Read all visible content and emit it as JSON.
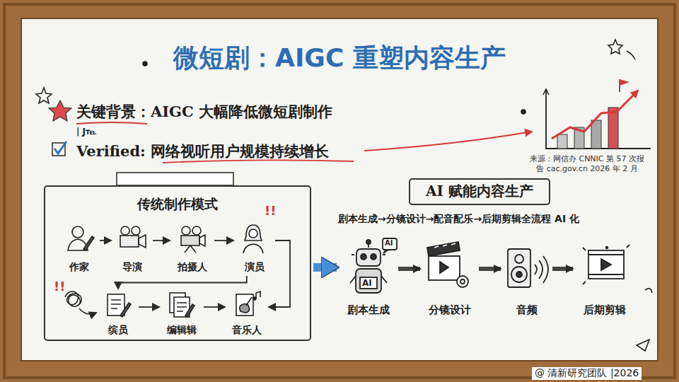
{
  "diagram": {
    "title": "微短剧：AIGC 重塑内容生产",
    "nodes": [
      {
        "text": [
          "传统制作模式"
        ]
      },
      {
        "text": [
          "作家"
        ],
        "in": 0
      },
      {
        "text": [
          "导演"
        ],
        "in": 0
      },
      {
        "text": [
          "拍摄人"
        ],
        "in": 0
      },
      {
        "text": [
          "演员"
        ],
        "in": 0
      },
      {
        "text": [
          "缤员"
        ],
        "in": 0
      },
      {
        "text": [
          "编辑辑"
        ],
        "in": 0
      },
      {
        "text": [
          "音乐人"
        ],
        "in": 0
      },
      {
        "text": [
          "AI 赋能内容生产"
        ]
      },
      {
        "text": [
          "剧本生成"
        ]
      },
      {
        "text": [
          "分镜设计"
        ]
      },
      {
        "text": [
          "音频"
        ]
      },
      {
        "text": [
          "后期剪辑"
        ]
      }
    ],
    "edges": [
      {
        "from": 1,
        "to": 2,
        "arrow": "to"
      },
      {
        "from": 2,
        "to": 3,
        "arrow": "to"
      },
      {
        "from": 3,
        "to": 4,
        "arrow": "to"
      },
      {
        "from": 4,
        "to": 5,
        "arrow": "to"
      },
      {
        "from": 4,
        "to": 7,
        "arrow": "to"
      },
      {
        "from": 5,
        "to": 6,
        "arrow": "to"
      },
      {
        "from": 6,
        "to": 7,
        "arrow": "to"
      },
      {
        "from": 0,
        "to": 9,
        "arrow": "to"
      },
      {
        "from": 9,
        "to": 10,
        "arrow": "to"
      },
      {
        "from": 10,
        "to": 11,
        "arrow": "to"
      },
      {
        "from": 11,
        "to": 12,
        "arrow": "to"
      }
    ],
    "labels": [
      "关键背景：AIGC 大幅降低微短剧制作",
      "| J℡",
      "Verified: 网络视听用户规模持续增长",
      "来源：网信办 CNNIC 第 57 次报告 cac.gov.cn 2026 年 2 月",
      "!!",
      "剧本生成→分镜设计→配音配乐→后期剪辑全流程 AI 化",
      "AI",
      "!!",
      "AI",
      "@ 清新研究团队 |2026"
    ]
  }
}
